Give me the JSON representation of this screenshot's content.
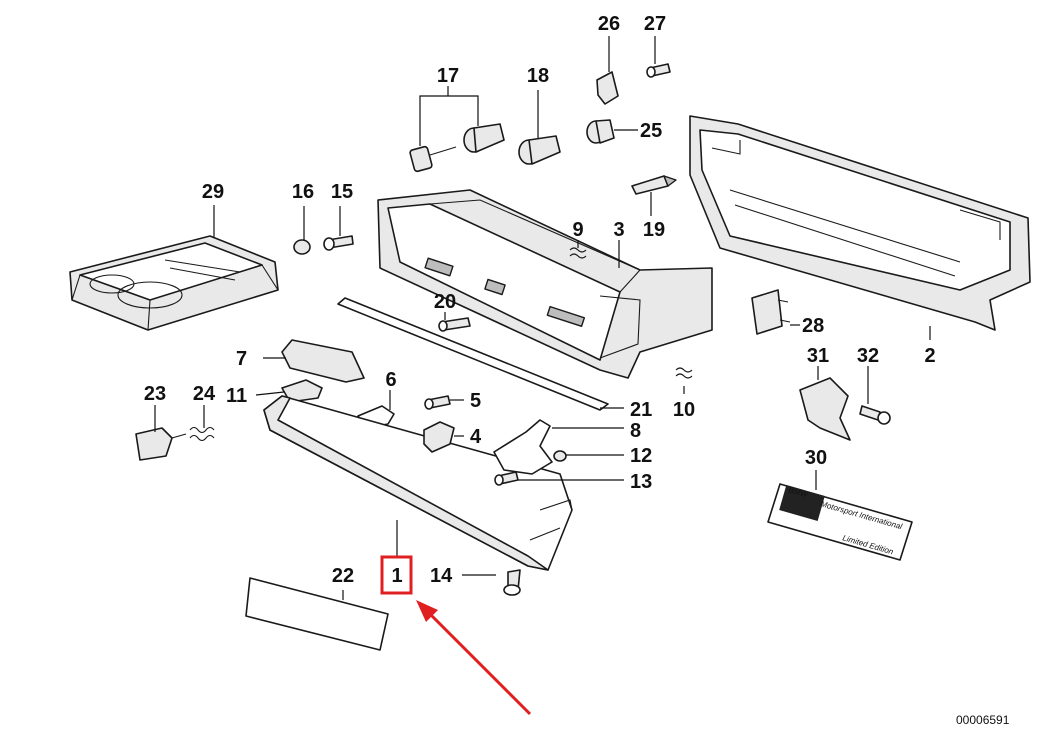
{
  "diagram": {
    "callouts": [
      "1",
      "2",
      "3",
      "4",
      "5",
      "6",
      "7",
      "8",
      "9",
      "10",
      "11",
      "12",
      "13",
      "14",
      "15",
      "16",
      "17",
      "18",
      "19",
      "20",
      "21",
      "22",
      "23",
      "24",
      "25",
      "26",
      "27",
      "28",
      "29",
      "30",
      "31",
      "32"
    ],
    "highlighted_callout": "1",
    "drawing_number": "00006591",
    "badge": {
      "brand": "BMW",
      "line1": "Motorsport International",
      "line2": "Limited Edition"
    },
    "colors": {
      "highlight_box": "#e02020",
      "arrow": "#e02020",
      "line_art": "#1a1a1a"
    }
  }
}
